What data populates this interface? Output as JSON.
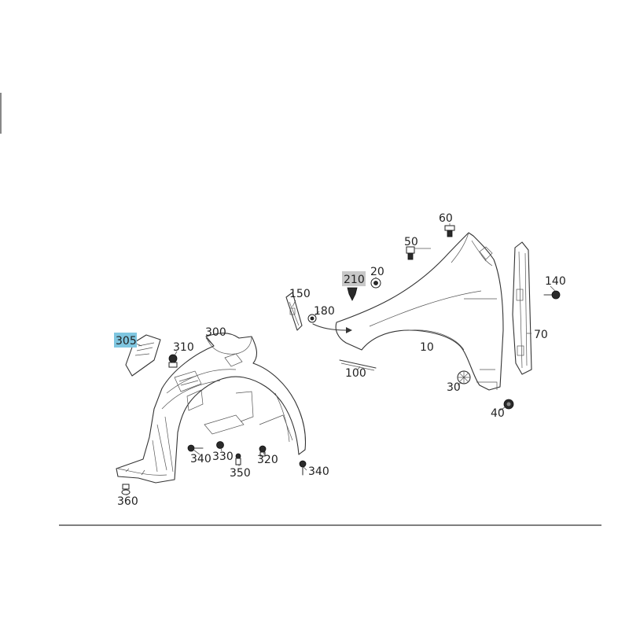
{
  "parts": {
    "p10": "10",
    "p20": "20",
    "p30": "30",
    "p40": "40",
    "p50": "50",
    "p60": "60",
    "p70": "70",
    "p100": "100",
    "p140": "140",
    "p150": "150",
    "p180": "180",
    "p210": "210",
    "p300": "300",
    "p305": "305",
    "p310": "310",
    "p320": "320",
    "p330": "330",
    "p340a": "340",
    "p340b": "340",
    "p350": "350",
    "p360": "360"
  },
  "highlights": {
    "p305": "#7fc6e0",
    "p210": "#c8c8c8"
  }
}
